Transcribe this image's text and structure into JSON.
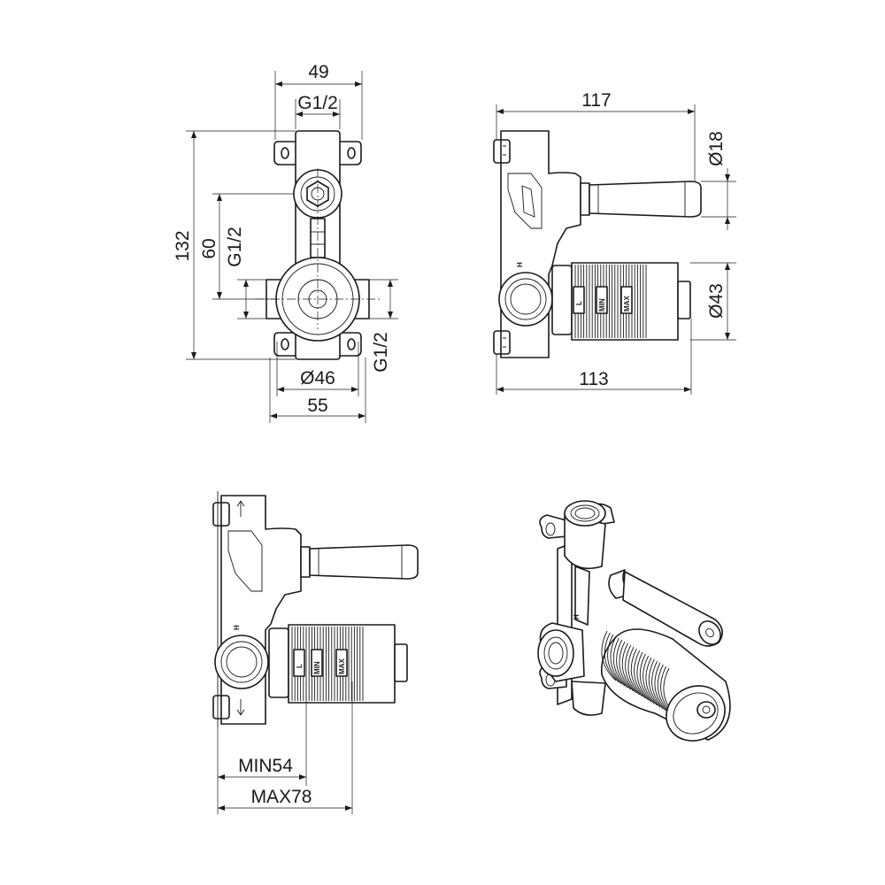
{
  "front_view": {
    "top_width": "49",
    "top_port": "G1/2",
    "total_height": "132",
    "centre_spacing": "60",
    "side_port": "G1/2",
    "bottom_port": "G1/2",
    "body_diameter": "Ø46",
    "bottom_width": "55"
  },
  "side_view": {
    "overall_length": "117",
    "rod_diameter": "Ø18",
    "cartridge_diameter": "Ø43",
    "body_length": "113",
    "hot_mark": "H",
    "cold_mark": "L",
    "min_mark": "MIN",
    "max_mark": "MAX"
  },
  "install_view": {
    "min_depth": "MIN54",
    "max_depth": "MAX78",
    "hot_mark": "H",
    "cold_mark": "L",
    "min_mark": "MIN",
    "max_mark": "MAX"
  },
  "iso_view": {
    "hot_mark": "H"
  }
}
